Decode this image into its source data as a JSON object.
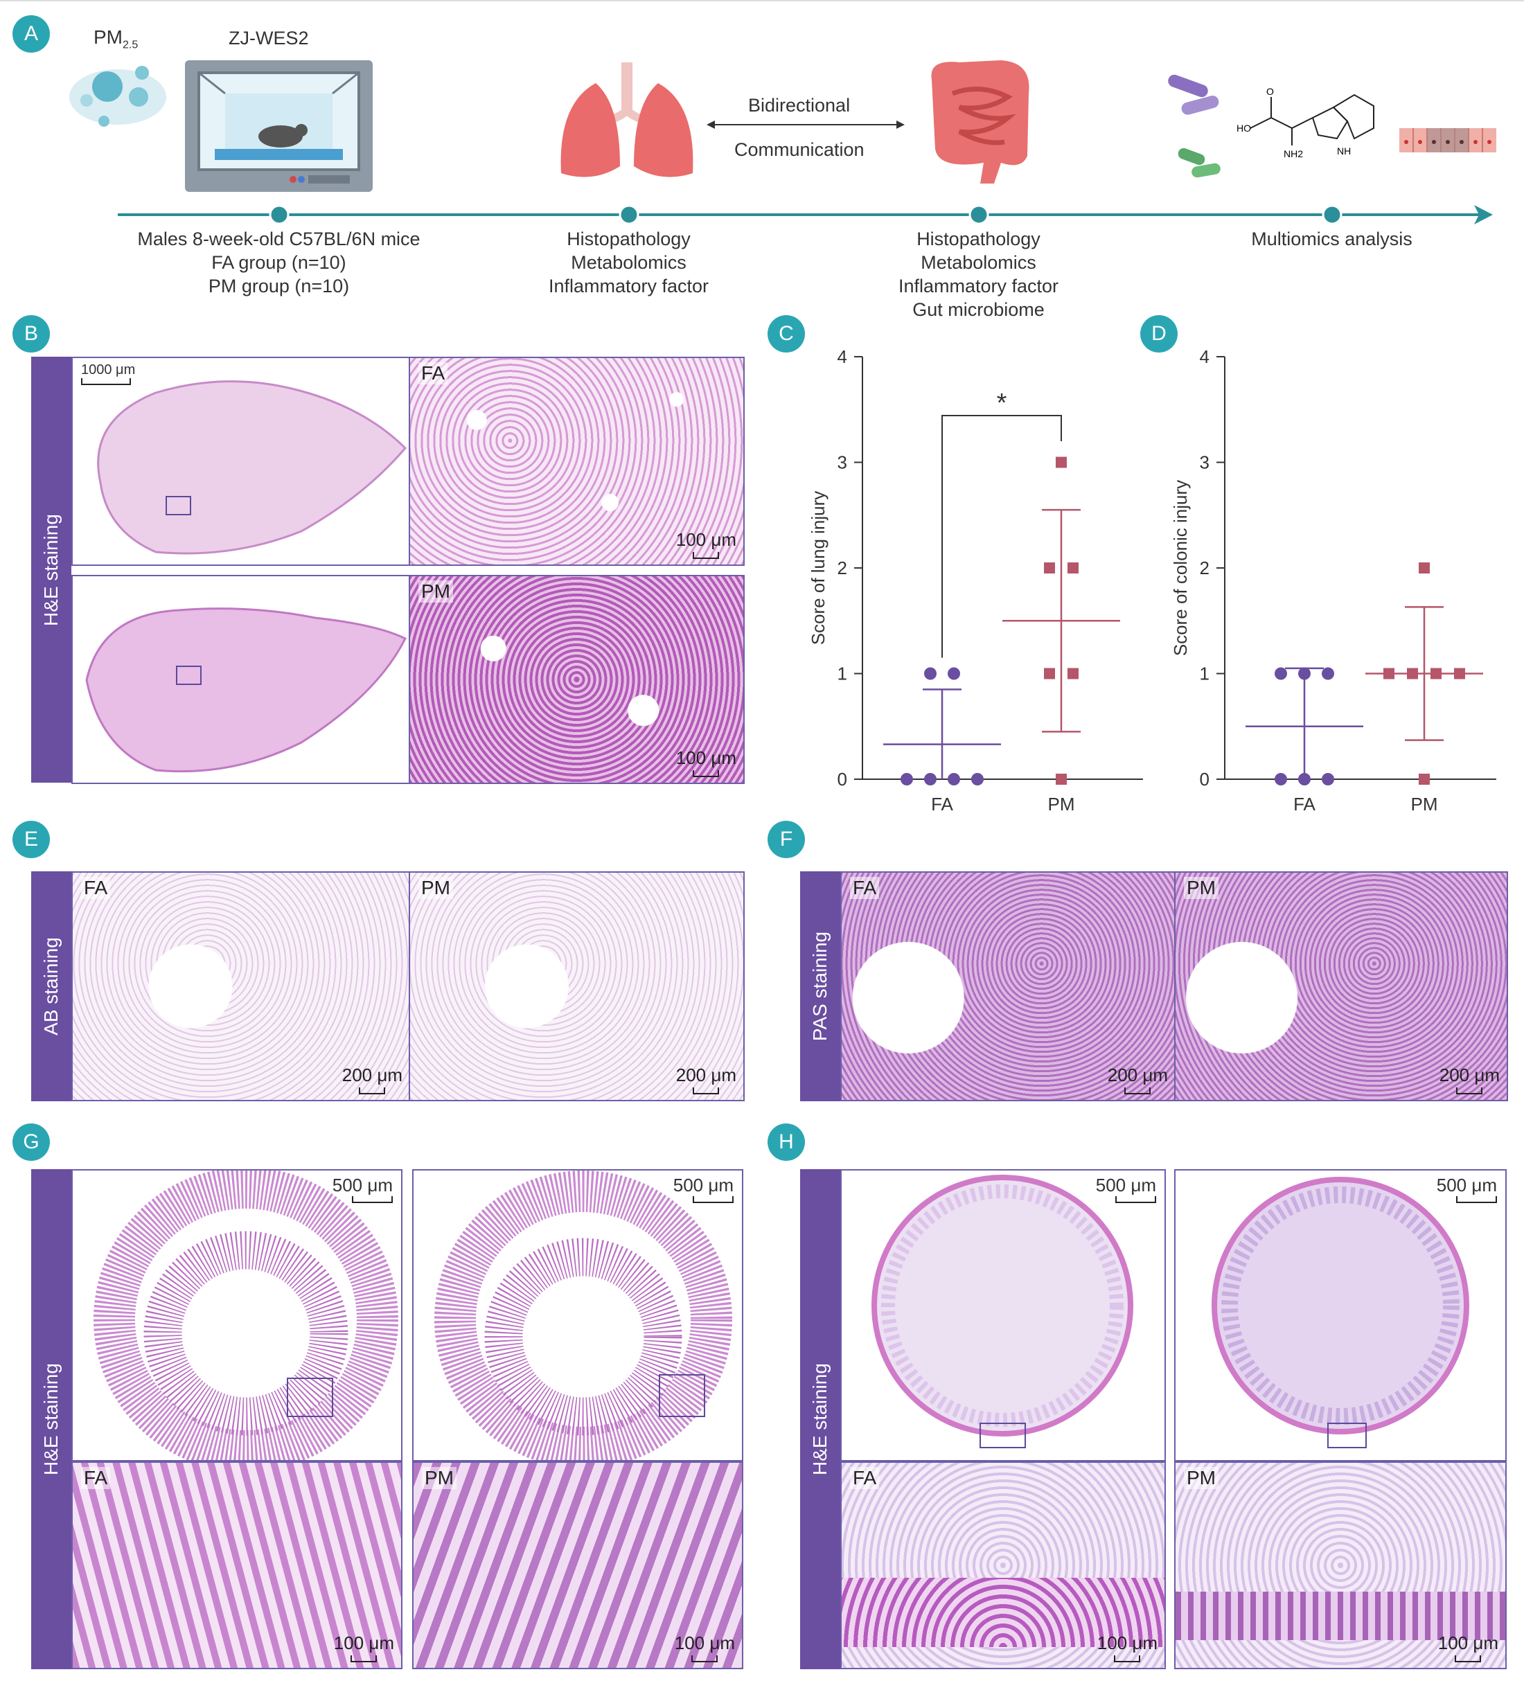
{
  "panels": {
    "A": "A",
    "B": "B",
    "C": "C",
    "D": "D",
    "E": "E",
    "F": "F",
    "G": "G",
    "H": "H"
  },
  "panel_a": {
    "pm_label": "PM",
    "pm_sub": "2.5",
    "chamber_label": "ZJ-WES2",
    "bidirectional": "Bidirectional",
    "communication": "Communication",
    "timeline": [
      [
        "Males 8-week-old C57BL/6N mice",
        "FA group (n=10)",
        "PM group (n=10)"
      ],
      [
        "Histopathology",
        "Metabolomics",
        "Inflammatory factor"
      ],
      [
        "Histopathology",
        "Metabolomics",
        "Inflammatory factor",
        "Gut microbiome"
      ],
      [
        "Multiomics analysis"
      ]
    ],
    "chem_labels": {
      "ho": "HO",
      "o": "O",
      "nh2": "NH2",
      "nh": "NH"
    },
    "colors": {
      "timeline": "#2a8f98",
      "accent": "#2aa6b3"
    }
  },
  "stain_labels": {
    "he": "H&E staining",
    "ab": "AB staining",
    "pas": "PAS staining"
  },
  "micrographs": {
    "b_scale_whole": "1000 μm",
    "fa": "FA",
    "pm": "PM",
    "s100": "100 μm",
    "s200": "200 μm",
    "s500": "500 μm"
  },
  "chart_data": [
    {
      "type": "scatter",
      "ylabel": "Score of lung injury",
      "categories": [
        "FA",
        "PM"
      ],
      "ylim": [
        0,
        4
      ],
      "yticks": [
        0,
        1,
        2,
        3,
        4
      ],
      "significance": "*",
      "series": [
        {
          "name": "FA",
          "values": [
            1,
            1,
            0,
            0,
            0,
            0
          ],
          "mean": 0.33,
          "sd_low": 0,
          "sd_high": 0.85,
          "color": "#6a4ea0",
          "marker": "circle"
        },
        {
          "name": "PM",
          "values": [
            3,
            2,
            2,
            1,
            1,
            0
          ],
          "mean": 1.5,
          "sd_low": 0.45,
          "sd_high": 2.55,
          "color": "#b5566a",
          "marker": "square"
        }
      ]
    },
    {
      "type": "scatter",
      "ylabel": "Score of colonic injury",
      "categories": [
        "FA",
        "PM"
      ],
      "ylim": [
        0,
        4
      ],
      "yticks": [
        0,
        1,
        2,
        3,
        4
      ],
      "series": [
        {
          "name": "FA",
          "values": [
            1,
            1,
            1,
            0,
            0,
            0
          ],
          "mean": 0.5,
          "sd_low": 0,
          "sd_high": 1.05,
          "color": "#6a4ea0",
          "marker": "circle"
        },
        {
          "name": "PM",
          "values": [
            2,
            1,
            1,
            1,
            1,
            0
          ],
          "mean": 1.0,
          "sd_low": 0.37,
          "sd_high": 1.63,
          "color": "#b5566a",
          "marker": "square"
        }
      ]
    }
  ]
}
